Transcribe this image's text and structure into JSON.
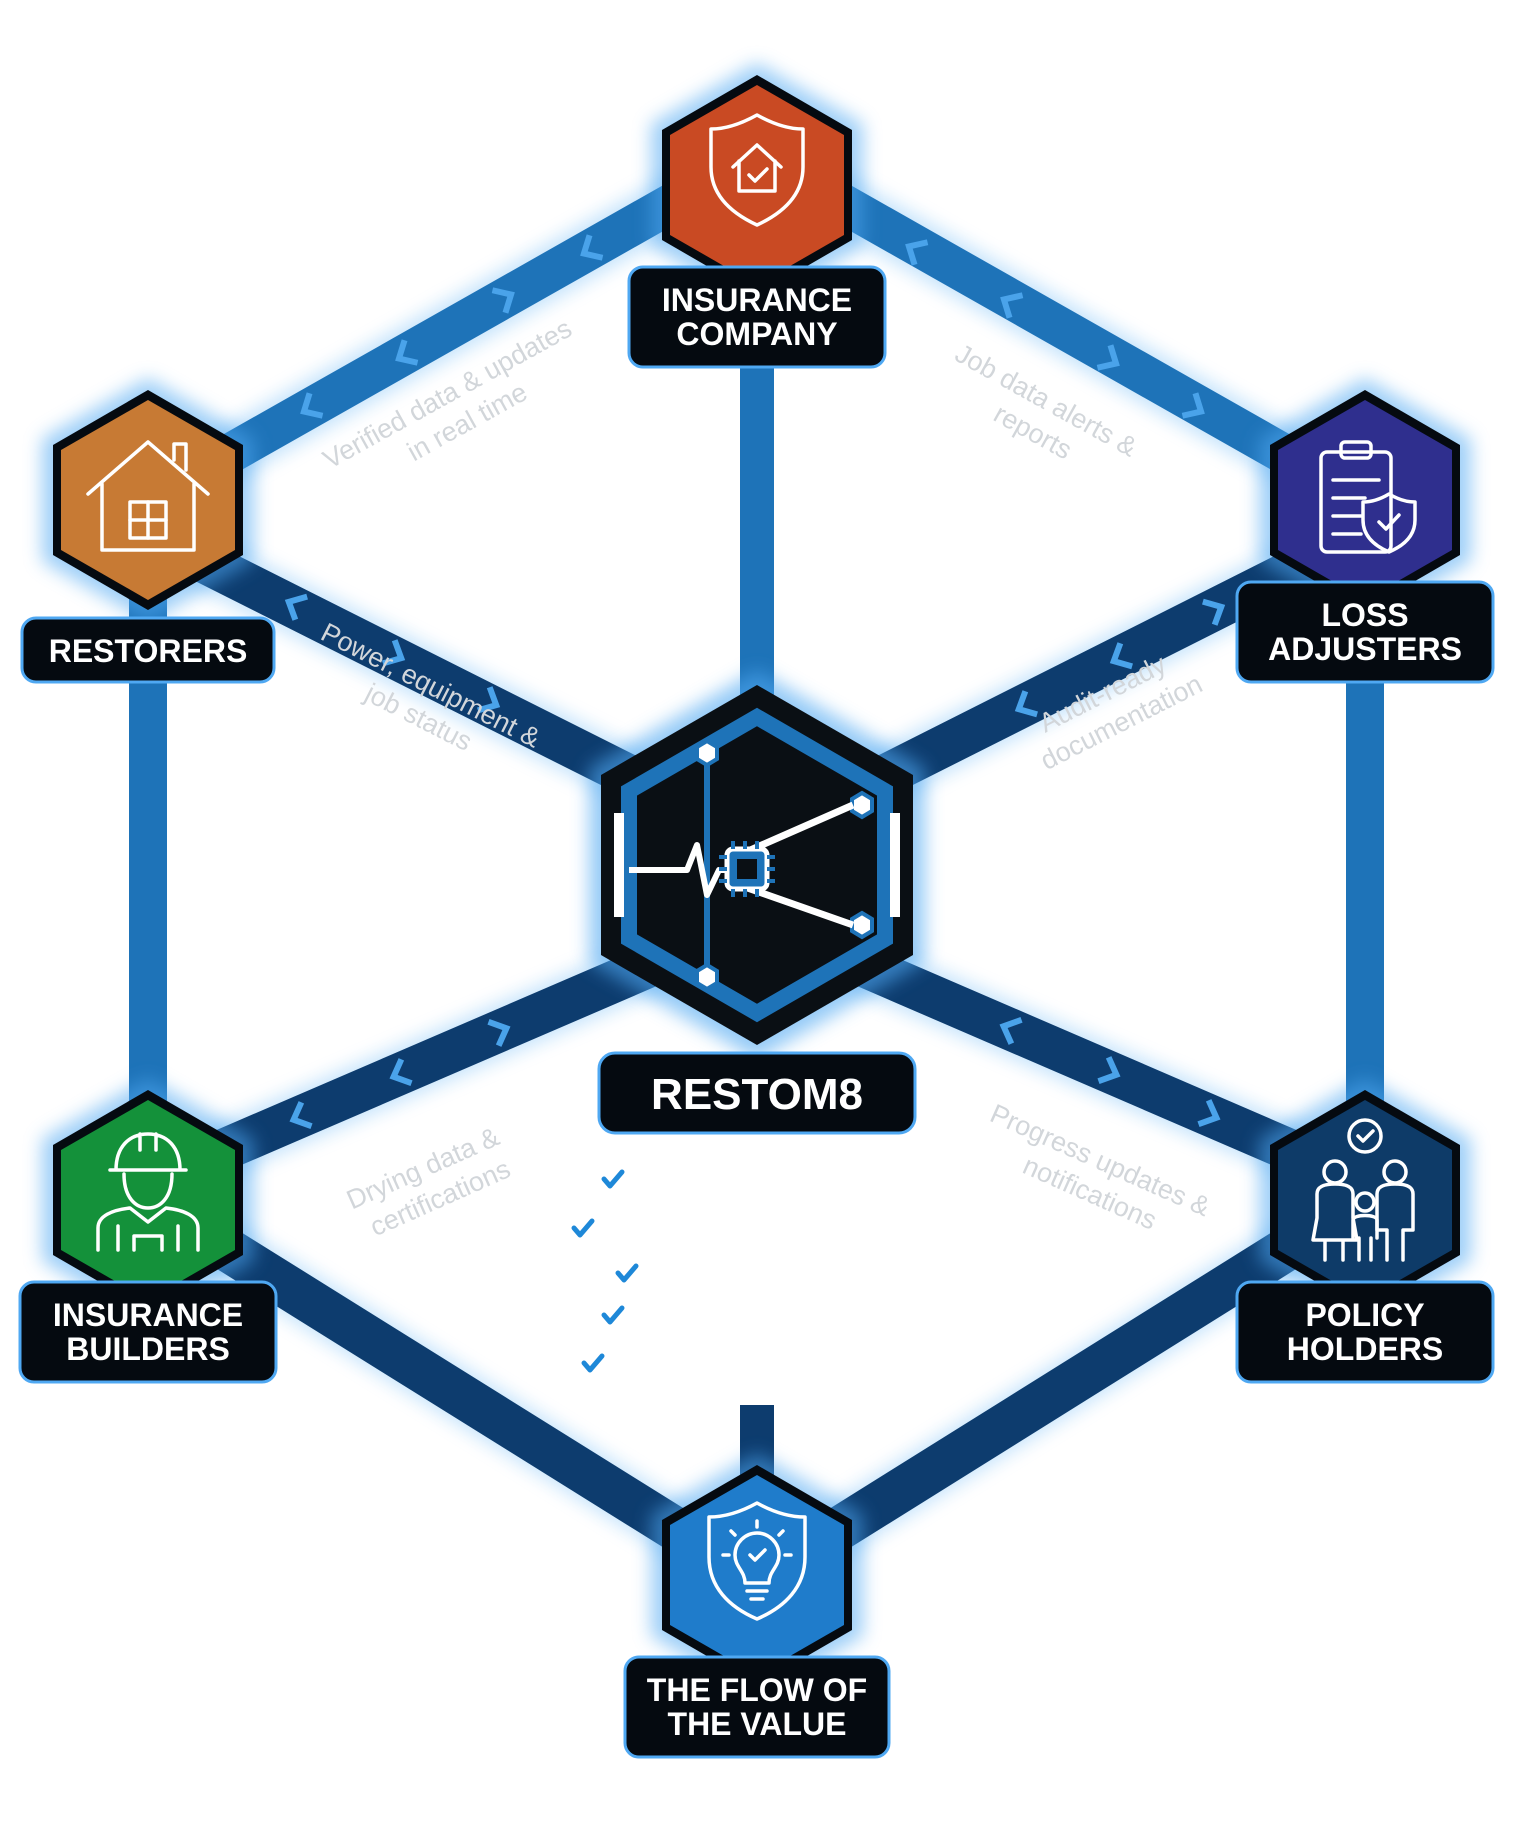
{
  "colors": {
    "edge": "#1e73b8",
    "edge_dark": "#0d3c6e",
    "chevron": "#4aa3ea",
    "label_bg": "#050a10",
    "check": "#1e88d8"
  },
  "center": {
    "label": "RESTOM8",
    "icon": "chip-network-icon",
    "color": "#0a0f14"
  },
  "nodes": {
    "insurance_company": {
      "lines": [
        "INSURANCE",
        "COMPANY"
      ],
      "color": "#c94a23",
      "icon": "shield-house-icon"
    },
    "restorers": {
      "lines": [
        "RESTORERS"
      ],
      "color": "#c77a34",
      "icon": "house-icon"
    },
    "loss_adjusters": {
      "lines": [
        "LOSS",
        "ADJUSTERS"
      ],
      "color": "#2f2f8e",
      "icon": "clipboard-shield-icon"
    },
    "insurance_builders": {
      "lines": [
        "INSURANCE",
        "BUILDERS"
      ],
      "color": "#14913a",
      "icon": "worker-icon"
    },
    "policy_holders": {
      "lines": [
        "POLICY",
        "HOLDERS"
      ],
      "color": "#0e3b68",
      "icon": "family-icon"
    },
    "flow_of_value": {
      "lines": [
        "THE FLOW OF",
        "THE VALUE"
      ],
      "color": "#1f7ccb",
      "icon": "shield-bulb-icon"
    }
  },
  "captions": {
    "restorers_insurance": [
      "Verified data & updates",
      "in real time"
    ],
    "insurance_adjusters": [
      "Job data alerts &",
      "reports"
    ],
    "restorers_center": [
      "Power, equipment &",
      "job status"
    ],
    "adjusters_center": [
      "Audit-ready",
      "documentation"
    ],
    "builders_center": [
      "Drying data &",
      "certifications"
    ],
    "holders_center": [
      "Progress updates &",
      "notifications"
    ]
  },
  "checkmarks": {
    "count": 5,
    "icon": "checkmark-icon"
  }
}
